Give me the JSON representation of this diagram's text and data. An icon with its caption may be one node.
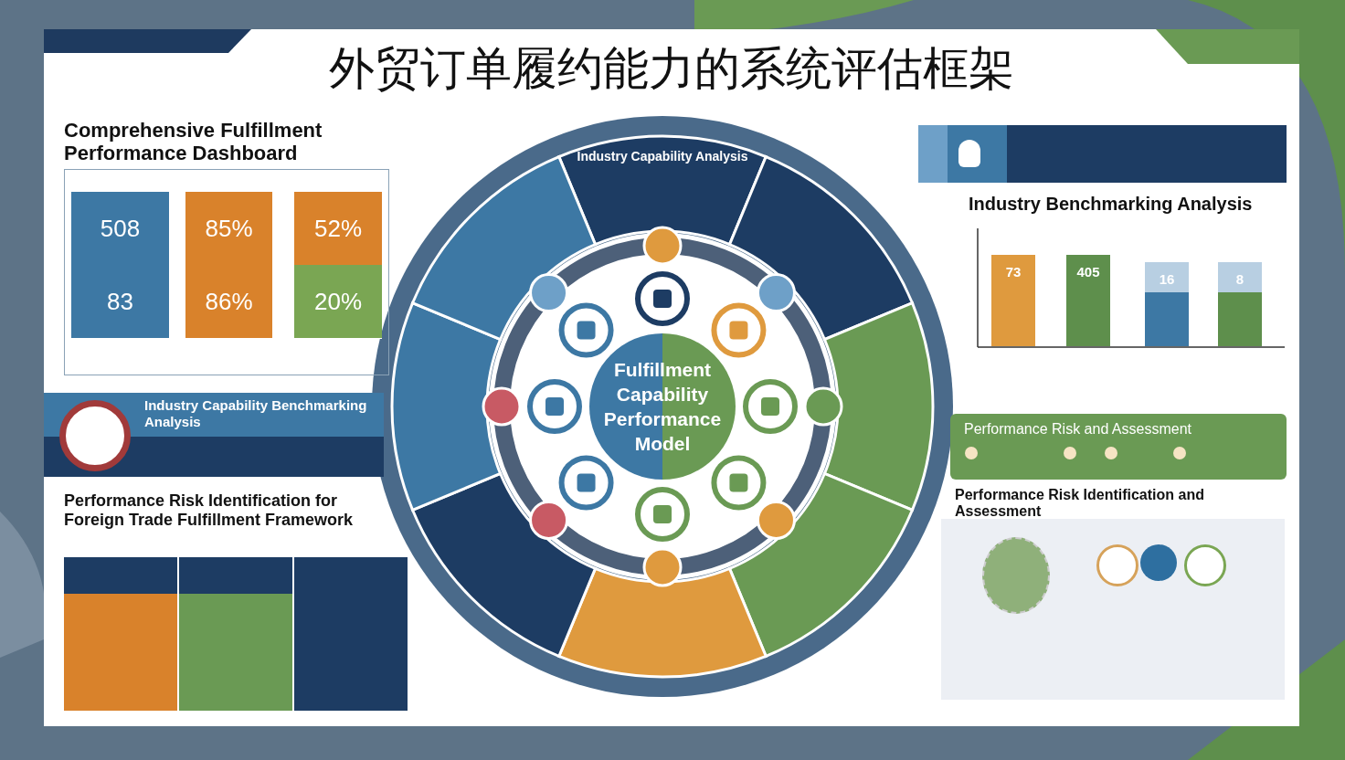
{
  "diagram": {
    "title": "外贸订单履约能力的系统评估框架",
    "nodes": [
      {
        "text": [
          "Comprehensive Fulfillment Performance Dashboard"
        ]
      },
      {
        "text": [
          "508"
        ],
        "in": 0
      },
      {
        "text": [
          "83"
        ],
        "in": 0
      },
      {
        "text": [
          "85%"
        ],
        "in": 0
      },
      {
        "text": [
          "86%"
        ],
        "in": 0
      },
      {
        "text": [
          "52%"
        ],
        "in": 0
      },
      {
        "text": [
          "20%"
        ],
        "in": 0
      },
      {
        "text": [
          "Industry Capability Benchmarking Analysis"
        ]
      },
      {
        "text": [
          "Performance Risk Identification for Foreign Trade Fulfillment Framework"
        ]
      },
      {
        "text": [
          "Fulfillment Capability Performance Model"
        ]
      },
      {
        "text": [
          "Industry Capability Analysis"
        ]
      },
      {
        "text": [
          "Industry Benchmarking Analysis"
        ]
      },
      {
        "text": [
          "Performance Risk and Assessment"
        ]
      },
      {
        "text": [
          "Performance Risk Identification and Assessment"
        ]
      },
      {
        "text": [],
        "shape": "box",
        "in": 8
      },
      {
        "text": [],
        "shape": "box",
        "in": 8
      },
      {
        "text": [],
        "shape": "box",
        "in": 8
      }
    ],
    "labels": [
      "73",
      "405",
      "16",
      "8"
    ]
  }
}
